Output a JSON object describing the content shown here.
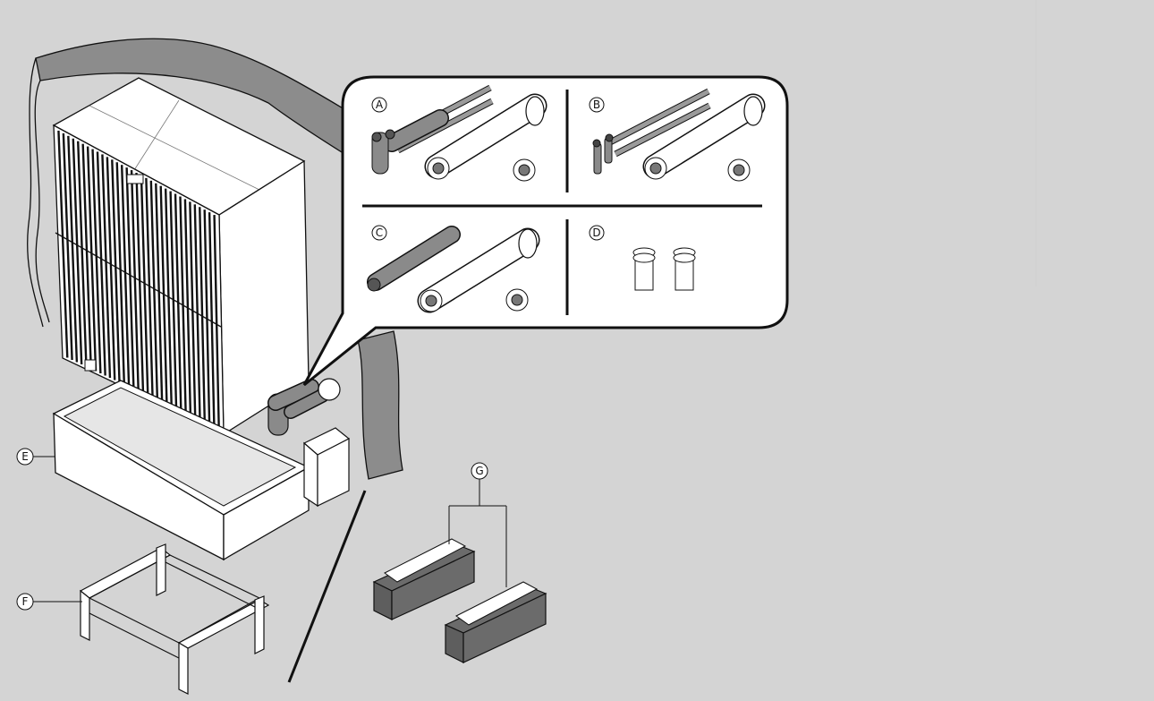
{
  "figure": {
    "panels": {
      "a": {
        "label": "A"
      },
      "b": {
        "label": "B"
      },
      "c": {
        "label": "C"
      },
      "d": {
        "label": "D"
      }
    },
    "callouts": {
      "e": {
        "label": "E"
      },
      "f": {
        "label": "F"
      },
      "g": {
        "label": "G"
      }
    }
  },
  "colors": {
    "background": "#d4d4d4",
    "panel_fill": "#ffffff",
    "line": "#111111",
    "pipe_gray": "#8a8a8a",
    "dark_gray": "#555555",
    "foam_dark": "#5e5e5e"
  }
}
